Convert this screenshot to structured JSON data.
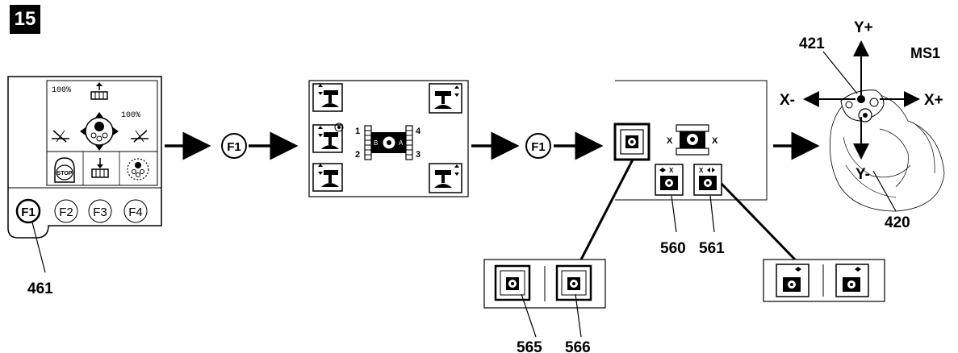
{
  "figure": {
    "number": "15"
  },
  "control_panel": {
    "percent_top": "100%",
    "percent_right": "100%",
    "stop_label": "STOP",
    "function_keys": [
      "F1",
      "F2",
      "F3",
      "F4"
    ],
    "callout": "461"
  },
  "flow": {
    "key_label_1": "F1",
    "key_label_2": "F1"
  },
  "track_screen": {
    "track_numbers": [
      "1",
      "2",
      "3",
      "4"
    ],
    "side_labels": [
      "B",
      "A"
    ]
  },
  "mode_screen": {
    "x_left": "X",
    "x_right": "X",
    "callouts": {
      "a": "560",
      "b": "561"
    }
  },
  "detail_left": {
    "callouts": [
      "565",
      "566"
    ]
  },
  "joystick": {
    "labels": {
      "y_plus": "Y+",
      "y_minus": "Y-",
      "x_plus": "X+",
      "x_minus": "X-"
    },
    "model": "MS1",
    "callouts": {
      "top": "421",
      "bottom": "420"
    }
  }
}
